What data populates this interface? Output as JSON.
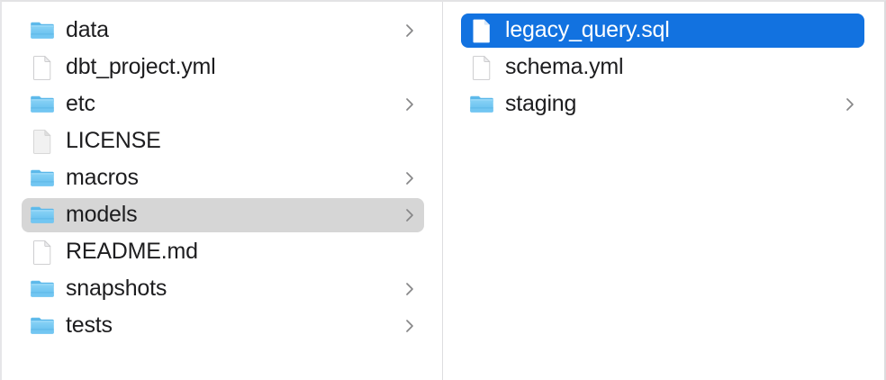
{
  "app": {
    "name": "Finder",
    "view_mode": "column-view"
  },
  "colors": {
    "selection_active": "#1272e0",
    "selection_inactive": "#d6d6d6",
    "folder_blue": "#6fc5f0",
    "folder_tab_blue": "#4aa8e0",
    "text_primary": "#1d1d1f",
    "text_selected": "#ffffff",
    "divider": "#dedee0",
    "background": "#ffffff",
    "chevron": "#868688"
  },
  "columns": [
    {
      "name": "parent-column",
      "items": [
        {
          "label": "data",
          "kind": "folder",
          "icon": "folder-icon",
          "has_chevron": true,
          "selected": false,
          "selection_style": "none"
        },
        {
          "label": "dbt_project.yml",
          "kind": "file",
          "icon": "document-icon",
          "has_chevron": false,
          "selected": false,
          "selection_style": "none"
        },
        {
          "label": "etc",
          "kind": "folder",
          "icon": "folder-icon",
          "has_chevron": true,
          "selected": false,
          "selection_style": "none"
        },
        {
          "label": "LICENSE",
          "kind": "file",
          "icon": "plain-document-icon",
          "has_chevron": false,
          "selected": false,
          "selection_style": "none"
        },
        {
          "label": "macros",
          "kind": "folder",
          "icon": "folder-icon",
          "has_chevron": true,
          "selected": false,
          "selection_style": "none"
        },
        {
          "label": "models",
          "kind": "folder",
          "icon": "folder-icon",
          "has_chevron": true,
          "selected": true,
          "selection_style": "gray"
        },
        {
          "label": "README.md",
          "kind": "file",
          "icon": "document-icon",
          "has_chevron": false,
          "selected": false,
          "selection_style": "none"
        },
        {
          "label": "snapshots",
          "kind": "folder",
          "icon": "folder-icon",
          "has_chevron": true,
          "selected": false,
          "selection_style": "none"
        },
        {
          "label": "tests",
          "kind": "folder",
          "icon": "folder-icon",
          "has_chevron": true,
          "selected": false,
          "selection_style": "none"
        }
      ]
    },
    {
      "name": "child-column",
      "items": [
        {
          "label": "legacy_query.sql",
          "kind": "file",
          "icon": "document-icon",
          "has_chevron": false,
          "selected": true,
          "selection_style": "blue"
        },
        {
          "label": "schema.yml",
          "kind": "file",
          "icon": "document-icon",
          "has_chevron": false,
          "selected": false,
          "selection_style": "none"
        },
        {
          "label": "staging",
          "kind": "folder",
          "icon": "folder-icon",
          "has_chevron": true,
          "selected": false,
          "selection_style": "none"
        }
      ]
    }
  ]
}
